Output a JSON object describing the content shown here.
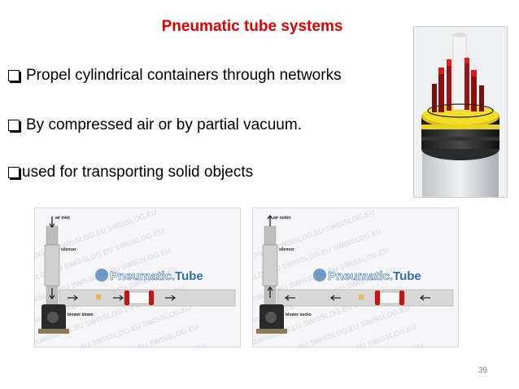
{
  "slide": {
    "title": "Pneumatic tube systems",
    "bullets": [
      "Propel cylindrical containers through networks",
      "By compressed air or by partial vacuum.",
      "used for transporting solid objects"
    ],
    "page_number": "39"
  },
  "diagrams": [
    {
      "top_label": "air inlet",
      "silencer_label": "silencer",
      "blower_label": "blower blows",
      "watermark_a": "Pneumatic.",
      "watermark_b": "Tube"
    },
    {
      "top_label": "air outlet",
      "silencer_label": "silencer",
      "blower_label": "blower sucks",
      "watermark_a": "Pneumatic.",
      "watermark_b": "Tube"
    }
  ],
  "colors": {
    "title": "#e00000",
    "brand_blue": "#1e5fa8",
    "carrier_red": "#cc1111"
  },
  "icons": [
    "checkbox-bullet-icon"
  ]
}
